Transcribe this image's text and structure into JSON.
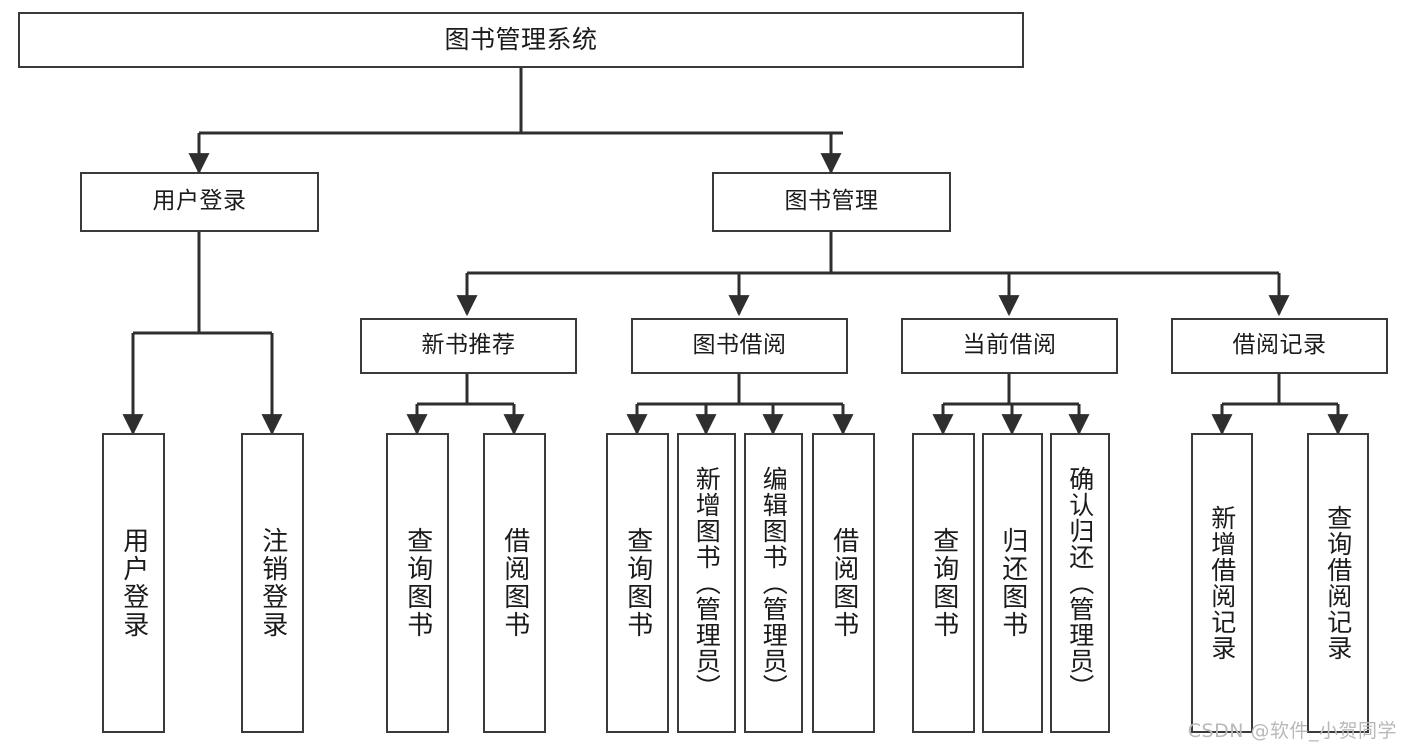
{
  "diagram": {
    "type": "tree",
    "title": "图书管理系统",
    "orientation": "top-down",
    "colors": {
      "box_border": "#3a3a3a",
      "box_fill": "#ffffff",
      "connector": "#2e2e2e",
      "text": "#1b1b1b",
      "watermark": "#b9b9b9",
      "background": "#ffffff"
    },
    "root": {
      "id": "root",
      "label": "图书管理系统"
    },
    "level1": [
      {
        "id": "user-login",
        "label": "用户登录"
      },
      {
        "id": "book-manage",
        "label": "图书管理"
      }
    ],
    "level2": [
      {
        "id": "new-book-rec",
        "label": "新书推荐",
        "parent": "book-manage"
      },
      {
        "id": "book-borrow",
        "label": "图书借阅",
        "parent": "book-manage"
      },
      {
        "id": "current-borrow",
        "label": "当前借阅",
        "parent": "book-manage"
      },
      {
        "id": "borrow-record",
        "label": "借阅记录",
        "parent": "book-manage"
      }
    ],
    "leaves": [
      {
        "id": "leaf-user-login",
        "label": "用户登录",
        "parent": "user-login"
      },
      {
        "id": "leaf-user-logout",
        "label": "注销登录",
        "parent": "user-login"
      },
      {
        "id": "leaf-query-book-1",
        "label": "查询图书",
        "parent": "new-book-rec"
      },
      {
        "id": "leaf-borrow-book-1",
        "label": "借阅图书",
        "parent": "new-book-rec"
      },
      {
        "id": "leaf-query-book-2",
        "label": "查询图书",
        "parent": "book-borrow"
      },
      {
        "id": "leaf-add-book",
        "label": "新增图书（管理员）",
        "parent": "book-borrow"
      },
      {
        "id": "leaf-edit-book",
        "label": "编辑图书（管理员）",
        "parent": "book-borrow"
      },
      {
        "id": "leaf-borrow-book-2",
        "label": "借阅图书",
        "parent": "book-borrow"
      },
      {
        "id": "leaf-query-book-3",
        "label": "查询图书",
        "parent": "current-borrow"
      },
      {
        "id": "leaf-return-book",
        "label": "归还图书",
        "parent": "current-borrow"
      },
      {
        "id": "leaf-confirm-return",
        "label": "确认归还（管理员）",
        "parent": "current-borrow"
      },
      {
        "id": "leaf-add-record",
        "label": "新增借阅记录",
        "parent": "borrow-record"
      },
      {
        "id": "leaf-query-record",
        "label": "查询借阅记录",
        "parent": "borrow-record"
      }
    ]
  },
  "watermark": {
    "text": "CSDN @软件_小贺同学"
  }
}
